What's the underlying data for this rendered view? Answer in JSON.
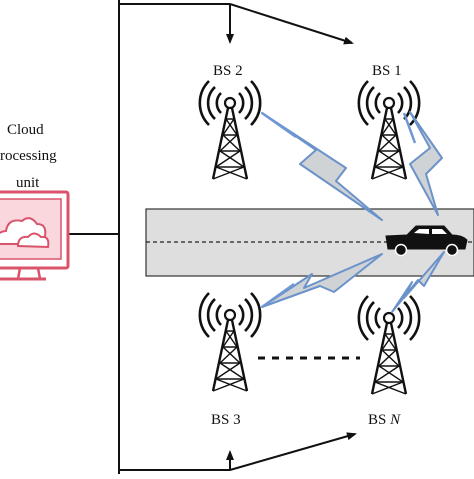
{
  "cloud_unit": {
    "line1": "Cloud",
    "line2": "rocessing",
    "line3": "unit",
    "colors": {
      "monitor": "#d9536b",
      "screen": "#fad6dd"
    },
    "icon": "cloud-monitor-icon"
  },
  "base_stations": [
    {
      "id": "bs2",
      "label": "BS 2"
    },
    {
      "id": "bs1",
      "label": "BS 1"
    },
    {
      "id": "bs3",
      "label": "BS 3"
    },
    {
      "id": "bsn",
      "label_prefix": "BS ",
      "label_var": "N"
    }
  ],
  "road": {
    "fill": "#dedede",
    "vehicle_icon": "car-icon"
  },
  "links": {
    "bolt_fill": "#cfd3d6",
    "bolt_stroke": "#6b93c9",
    "beam_color": "#6f97d6"
  },
  "ellipsis": "dashed-connector"
}
